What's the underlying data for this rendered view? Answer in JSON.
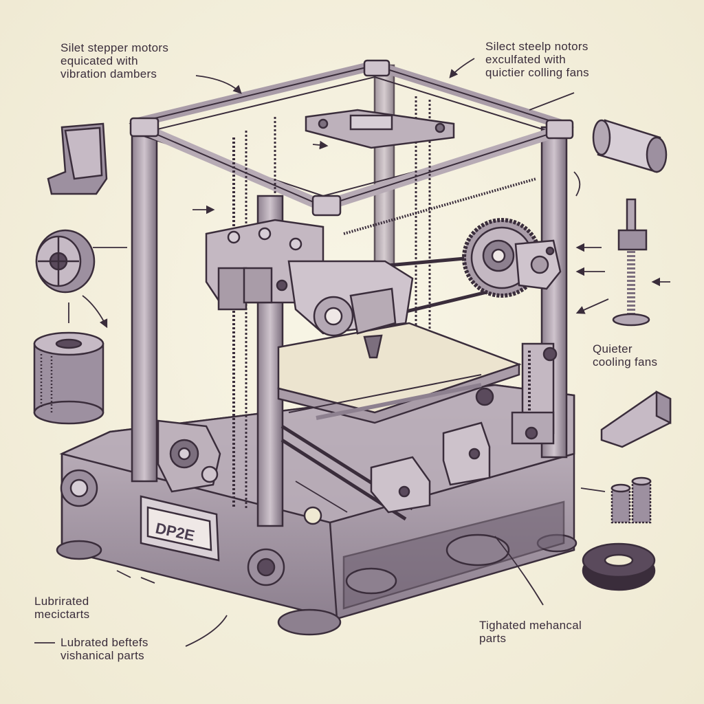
{
  "labels": {
    "top_left": [
      "Silet stepper motors",
      "equicated with",
      "vibration dambers"
    ],
    "top_right": [
      "Silect steelp notors",
      "exculfated with",
      "quictier colling fans"
    ],
    "right_mid": [
      "Quieter",
      "cooling fans"
    ],
    "bottom_left_1": [
      "Lubrirated",
      "mecictarts"
    ],
    "bottom_left_2": [
      "Lubrated beftefs",
      "vishanical parts"
    ],
    "bottom_right": [
      "Tighated mehancal",
      "parts"
    ]
  },
  "display": {
    "lcd_text": "DP2E"
  },
  "colors": {
    "background": "#f4f0dd",
    "ink": "#3a2d3b",
    "metal": "#b4a8b4",
    "metal_dark": "#5a4a5c",
    "bed": "#ece4cf"
  }
}
